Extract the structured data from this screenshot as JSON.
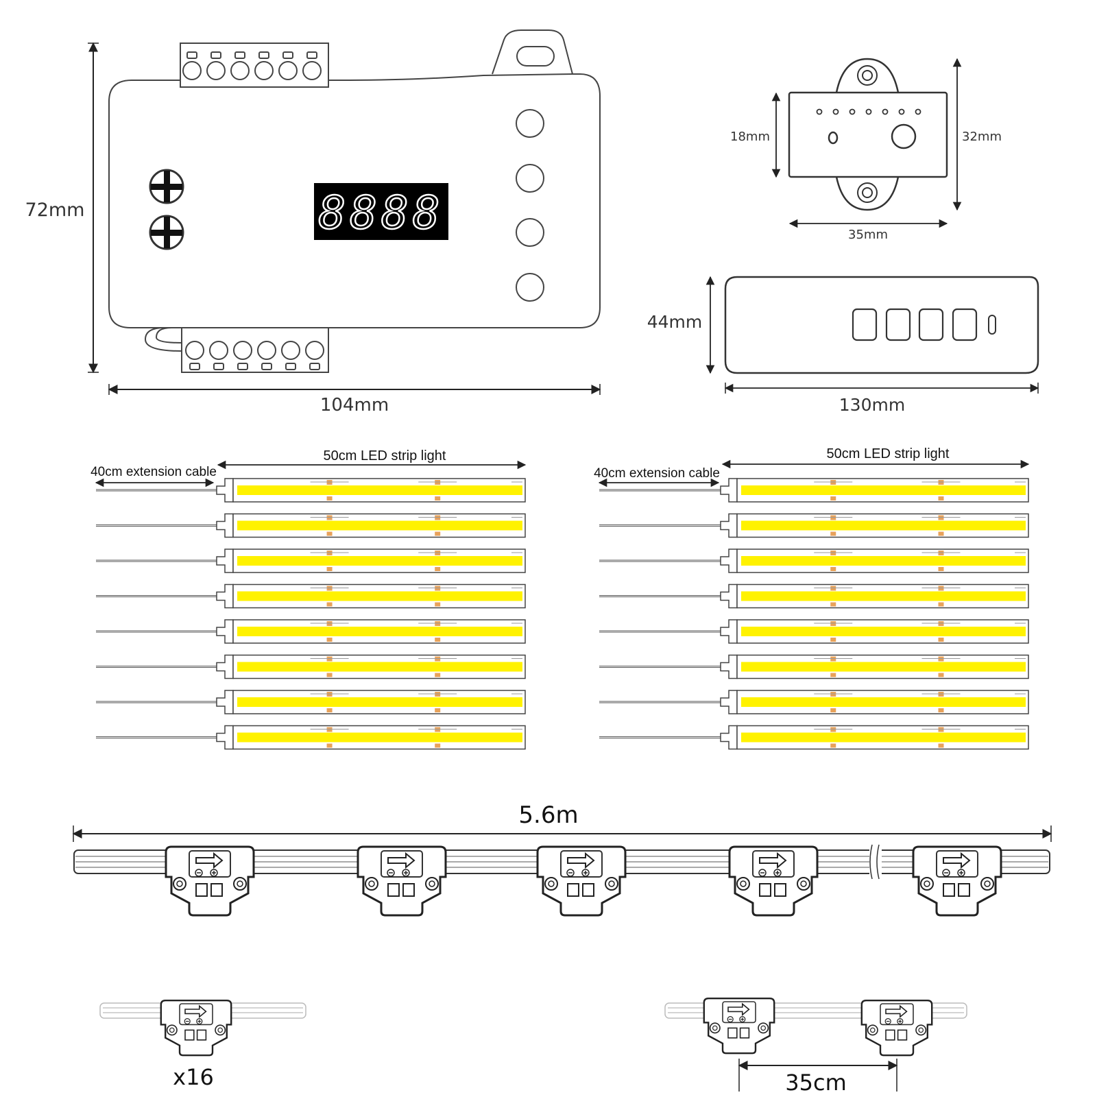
{
  "controller": {
    "width_label": "104mm",
    "height_label": "72mm",
    "display_digits": "8888"
  },
  "remote_receiver": {
    "height_label": "18mm",
    "outer_height_label": "32mm",
    "width_label": "35mm"
  },
  "remote": {
    "height_label": "44mm",
    "width_label": "130mm"
  },
  "strips": {
    "left_title": "50cm LED strip light",
    "left_cable_label": "40cm extension cable",
    "right_title": "50cm LED strip light",
    "right_cable_label": "40cm extension cable",
    "rows_per_group": 8,
    "strip_color": "#fff200",
    "led_color": "#e8a25a"
  },
  "connector_cable": {
    "length_label": "5.6m",
    "connector_count_shown": 5
  },
  "footer": {
    "quantity_label": "x16",
    "spacing_label": "35cm"
  }
}
